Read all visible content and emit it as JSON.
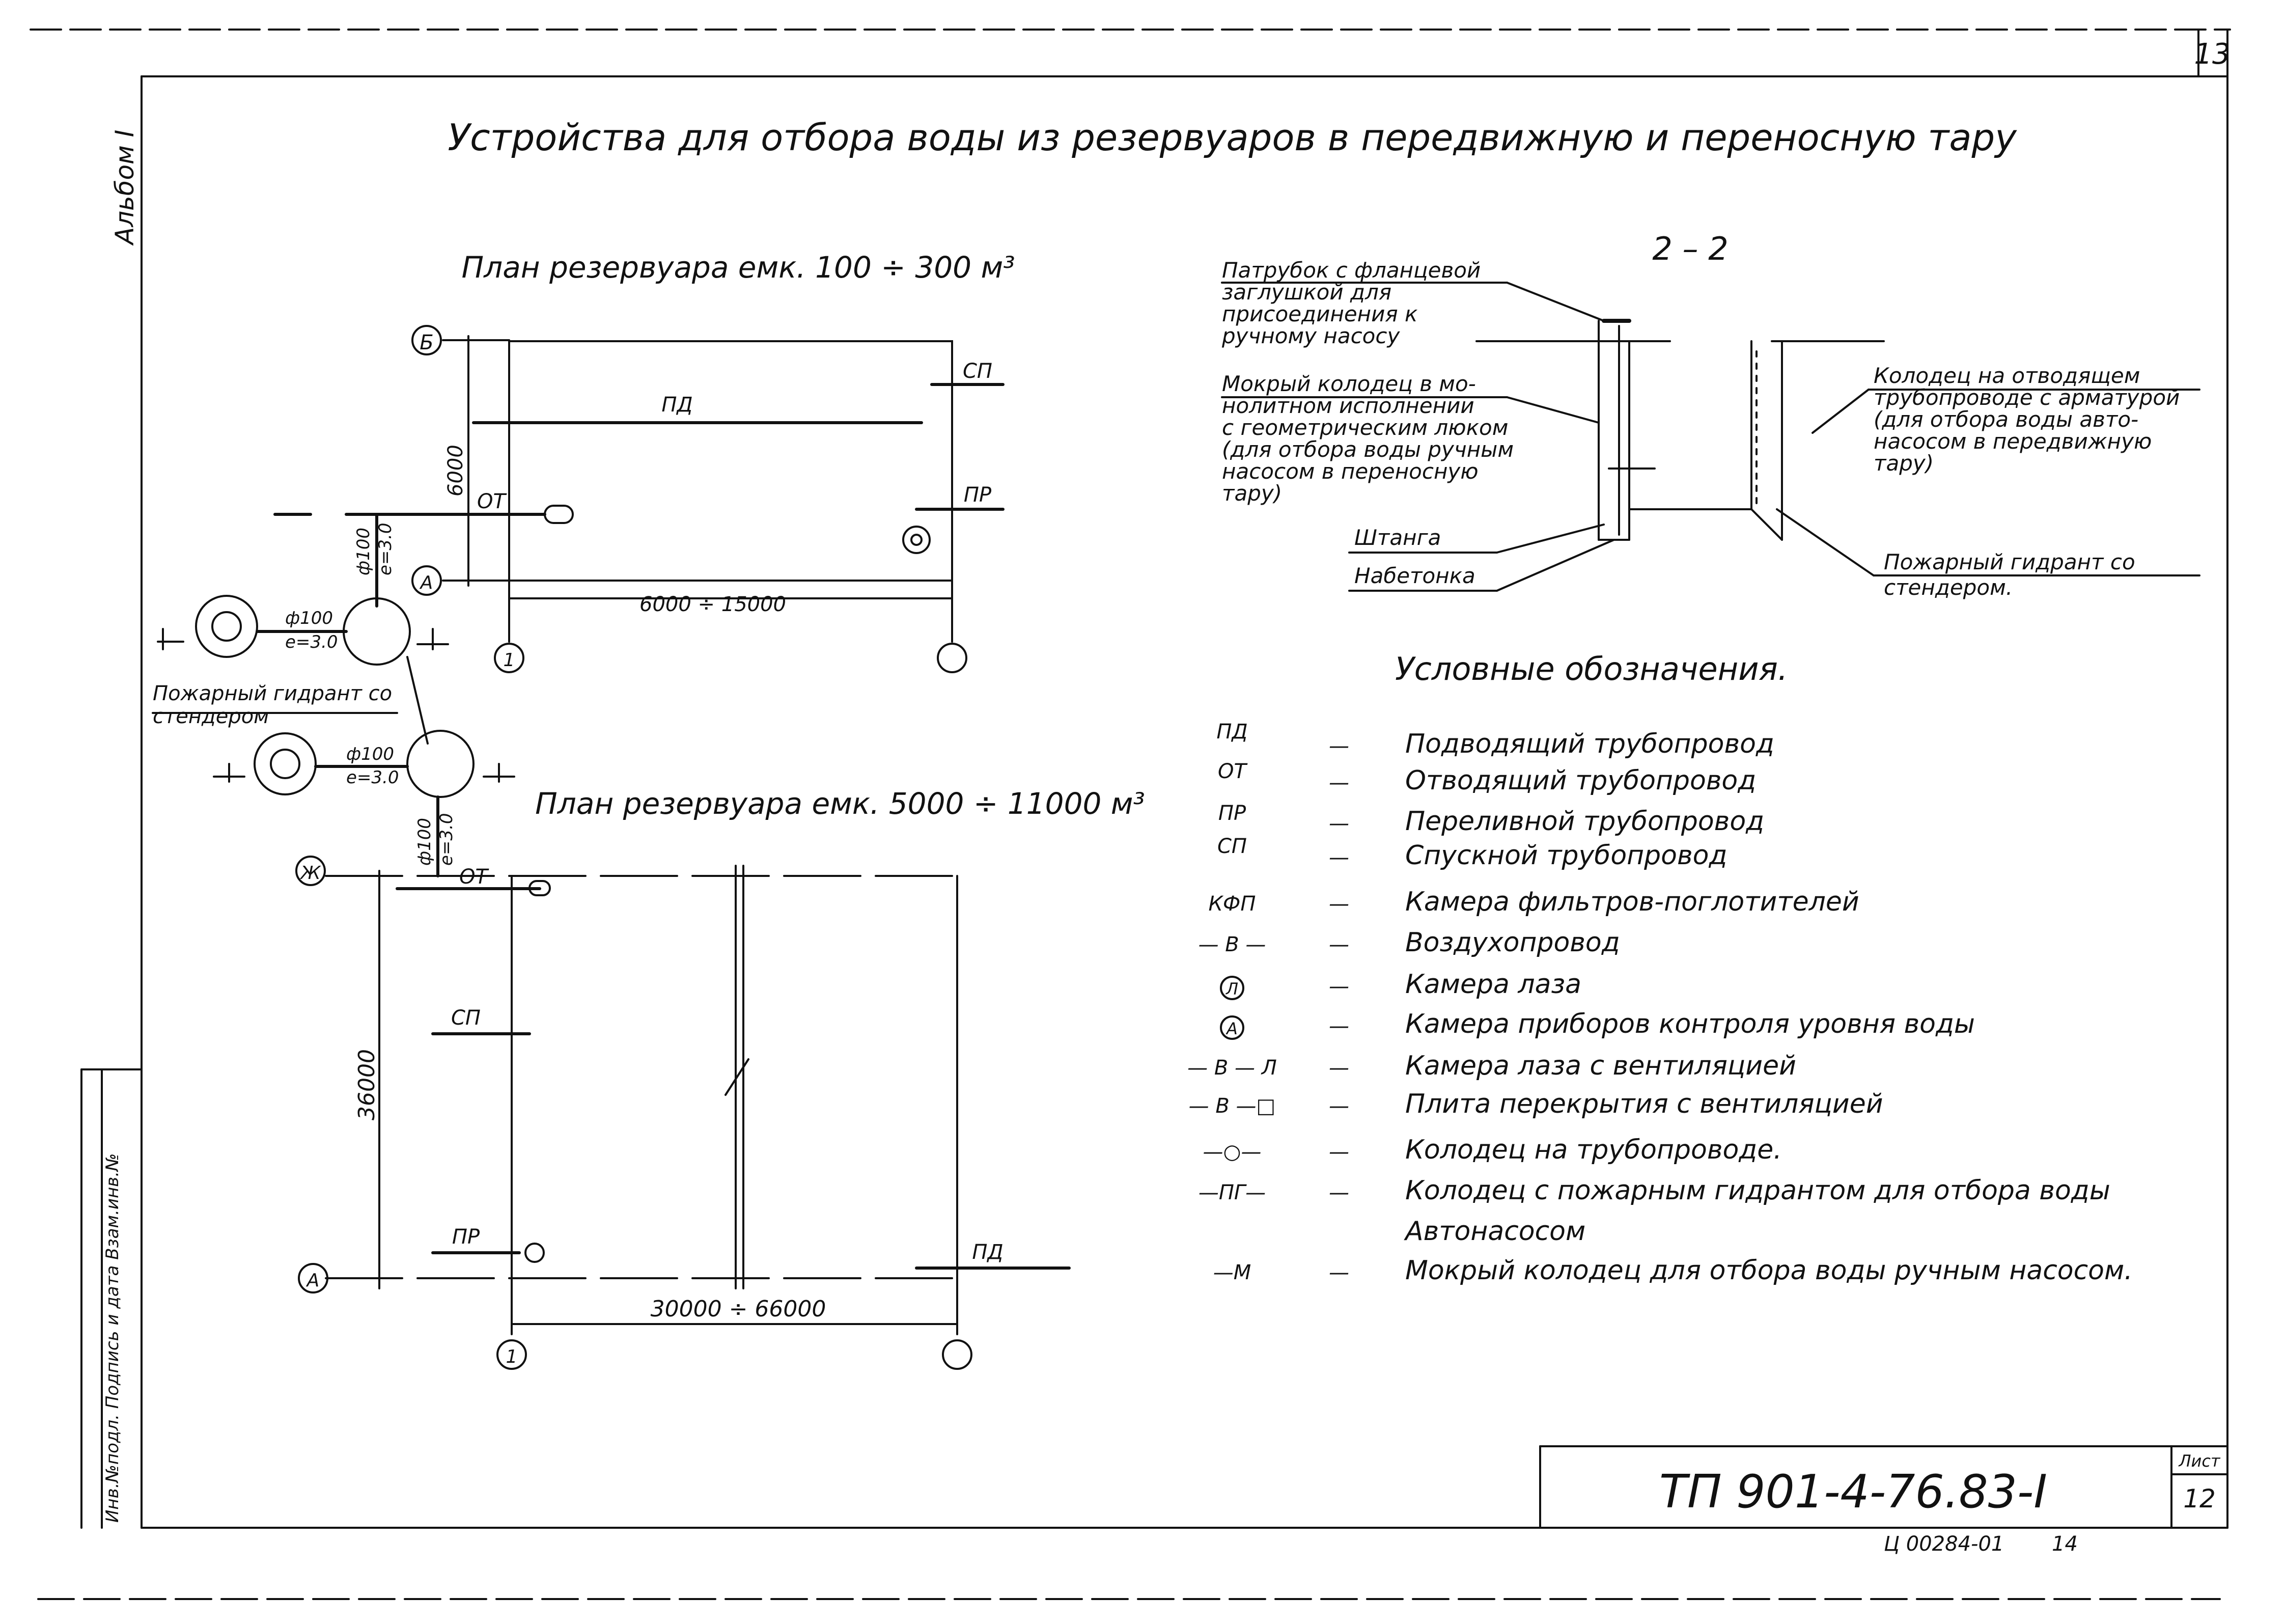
{
  "sheet": {
    "page_number": "13",
    "side_label": "Альбом I",
    "stamp_side": "Инв.№подл. Подпись и дата Взам.инв.№",
    "title": "Устройства для отбора воды из резервуаров в передвижную и переносную тару"
  },
  "plan1": {
    "title": "План резервуара емк. 100 ÷ 300 м³",
    "axis_b": "Б",
    "axis_a": "А",
    "axis_1": "1",
    "pipe_pd": "ПД",
    "pipe_sp": "СП",
    "pipe_pr": "ПР",
    "pipe_ot": "ОТ",
    "dim_vertical": "6000",
    "dim_horizontal": "6000 ÷ 15000",
    "pipe_d1": "ф100",
    "pipe_e1": "е=3.0",
    "pipe_d2": "ф100",
    "pipe_e2": "е=3.0",
    "hydrant_label_1": "Пожарный гидрант со",
    "hydrant_label_2": "стендером"
  },
  "plan2": {
    "title": "План резервуара емк. 5000 ÷ 11000 м³",
    "axis_zh": "Ж",
    "axis_a": "А",
    "axis_1": "1",
    "pipe_pd": "ПД",
    "pipe_sp": "СП",
    "pipe_pr": "ПР",
    "pipe_ot": "ОТ",
    "dim_vertical": "36000",
    "dim_horizontal": "30000 ÷ 66000",
    "pipe_d": "ф100",
    "pipe_e": "е=3.0",
    "pipe_d_left": "ф100",
    "pipe_e_left": "е=3.0"
  },
  "section": {
    "title": "2 – 2",
    "callout_nozzle": [
      "Патрубок с фланцевой",
      "заглушкой для",
      "присоединения к",
      "ручному насосу"
    ],
    "callout_wet_well": [
      "Мокрый колодец в мо-",
      "нолитном исполнении",
      "с геометрическим люком",
      "(для отбора воды ручным",
      "насосом в переносную",
      "тару)"
    ],
    "callout_rod": "Штанга",
    "callout_concrete": "Набетонка",
    "callout_well_drain": [
      "Колодец на отводящем",
      "трубопроводе с арматурой",
      "(для отбора воды авто-",
      "насосом в передвижную",
      "тару)"
    ],
    "callout_hydrant": [
      "Пожарный гидрант со",
      "стендером."
    ]
  },
  "legend": {
    "title": "Условные обозначения.",
    "items": [
      {
        "symbol": "ПД",
        "dash": "—",
        "text": "Подводящий трубопровод"
      },
      {
        "symbol": "ОТ",
        "dash": "—",
        "text": "Отводящий трубопровод"
      },
      {
        "symbol": "ПР",
        "dash": "—",
        "text": "Переливной трубопровод"
      },
      {
        "symbol": "СП",
        "dash": "—",
        "text": "Спускной трубопровод"
      },
      {
        "symbol": "КФП",
        "dash": "—",
        "text": "Камера фильтров-поглотителей"
      },
      {
        "symbol": "— В —",
        "dash": "—",
        "text": "Воздухопровод"
      },
      {
        "symbol": "Л",
        "dash": "—",
        "text": "Камера лаза"
      },
      {
        "symbol": "А",
        "dash": "—",
        "text": "Камера приборов контроля уровня воды"
      },
      {
        "symbol": "— В — Л",
        "dash": "—",
        "text": "Камера лаза с вентиляцией"
      },
      {
        "symbol": "— В —□",
        "dash": "—",
        "text": "Плита перекрытия с вентиляцией"
      },
      {
        "symbol": "—○—",
        "dash": "—",
        "text": "Колодец на трубопроводе."
      },
      {
        "symbol": "—ПГ—",
        "dash": "—",
        "text": "Колодец с пожарным гидрантом для отбора воды"
      },
      {
        "symbol": "",
        "dash": "",
        "text": "Автонасосом"
      },
      {
        "symbol": "—М",
        "dash": "—",
        "text": "Мокрый колодец для отбора воды ручным насосом."
      }
    ]
  },
  "stamp": {
    "code": "ТП 901-4-76.83-I",
    "sheet_label": "Лист",
    "sheet_number": "12",
    "registry": "Ц 00284-01",
    "registry_page": "14"
  }
}
